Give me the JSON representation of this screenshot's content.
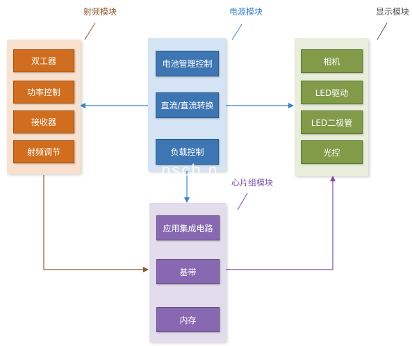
{
  "rf_module": {
    "title": "射频模块",
    "items": [
      "双工器",
      "功率控制",
      "接收器",
      "射频调节"
    ]
  },
  "power_module": {
    "title": "电源模块",
    "items": [
      "电池管理控制",
      "直流/直流转换",
      "负载控制"
    ]
  },
  "display_module": {
    "title": "显示模块",
    "items": [
      "相机",
      "LED驱动",
      "LED二极管",
      "光控"
    ]
  },
  "chip_module": {
    "title": "心片组模块",
    "items": [
      "应用集成电路",
      "基带",
      "内存"
    ]
  },
  "watermark": "nsch        n",
  "colors": {
    "rf_box": "#d06d1e",
    "rf_panel": "#f9e1cf",
    "power_box": "#3e76b4",
    "power_panel": "#d4e4f4",
    "display_box": "#819b48",
    "display_panel": "#e9eedc",
    "chip_box": "#8868b0",
    "chip_panel": "#e3dcec",
    "blue_line": "#3a84c4",
    "brown_line": "#8a5a2c",
    "purple_line": "#7a4ea6"
  }
}
